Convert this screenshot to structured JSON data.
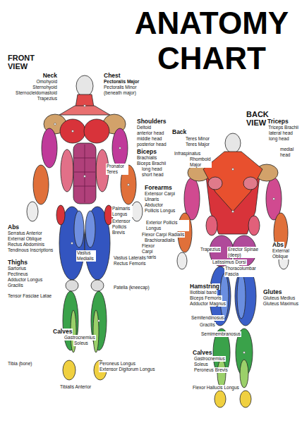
{
  "diagram": {
    "title": "ANATOMY CHART",
    "labels": [
      "FRONT VIEW",
      "Neck",
      "Omohyoid",
      "Sternohyoid",
      "Sternocleidomastoid",
      "Trapezius",
      "Chest",
      "Pectoralis Major",
      "Pectoralis Minor",
      "(beneath major)",
      "Shoulders",
      "Deltoid",
      "anterior head",
      "middle head",
      "posterior head",
      "Biceps",
      "Brachialis",
      "Biceps Brachii",
      "long head",
      "short head",
      "Pronator Teres",
      "Palmaris Longus",
      "Forearms",
      "Extensor Carpi Ulnaris",
      "Abductor Pollicis Longus",
      "Extensor Pollicis Brevis",
      "Exterior Pollicis Longus",
      "Flexor Carpi Radialis",
      "Brachioradialis",
      "Flexor Carpi Ulnaris",
      "Abs",
      "Serratus Anterior",
      "External Oblique",
      "Rectus Abdominis",
      "Tendinous Inscriptions",
      "Thighs",
      "Sartorius",
      "Pectineus",
      "Adductor Longus",
      "Gracilis",
      "Tensor Fasciae Latae",
      "Vastus Medialis",
      "Vastus Lateralis",
      "Rectus Femoris",
      "Patella (kneecap)",
      "Calves",
      "Gastrocnemius",
      "Soleus",
      "Tibia (bone)",
      "Peroneus Longus",
      "Extensor Digitorum Longus",
      "Tibialis Anterior",
      "BACK VIEW",
      "Back",
      "Teres Minor",
      "Teres Major",
      "Infraspinatus",
      "Rhomboid Major",
      "Triceps",
      "Triceps Brachii",
      "lateral head",
      "long head",
      "medial head",
      "Trapezius",
      "Erector Spinae (deep)",
      "Latissimus Dorsi",
      "Thoracolumbar Fascia",
      "Abs",
      "External Oblique",
      "Glutes",
      "Gluteus Medius",
      "Gluteus Maximus",
      "Hamstring",
      "Iliotibial band",
      "Biceps Femoris",
      "Adductor Magnus",
      "Semitendinosus",
      "Gracilis",
      "Semimembranosus",
      "Calves",
      "Gastrocnemius",
      "Soleus",
      "Peroneus Brevis",
      "Flexor Hallucis Longus"
    ]
  }
}
